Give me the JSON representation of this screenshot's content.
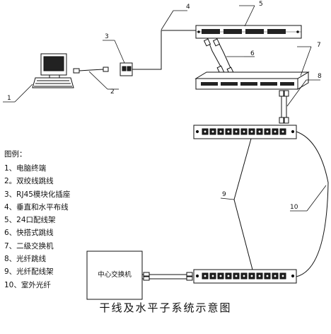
{
  "diagram": {
    "caption": "干线及水平子系统示意图",
    "center_switch_label": "中心交换机",
    "callouts": [
      "1",
      "2",
      "3",
      "4",
      "5",
      "6",
      "7",
      "8",
      "9",
      "10"
    ],
    "legend_title": "图例：",
    "legend": [
      "1、电脑终端",
      "2。双绞线跳线",
      "3、RJ45模块化插座",
      "4、垂直和水平布线",
      "5、24口配线架",
      "6、快搭式跳线",
      "7、二级交换机",
      "8、光纤跳线",
      "9、光纤配线架",
      "10、室外光纤"
    ]
  }
}
